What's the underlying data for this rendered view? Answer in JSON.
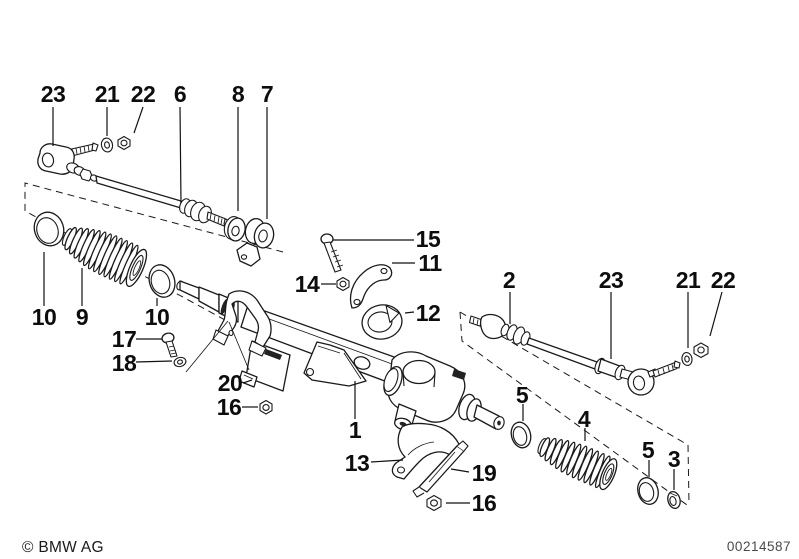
{
  "footer": {
    "copyright": "© BMW AG",
    "drawing_number": "00214587"
  },
  "labels": {
    "n23a": "23",
    "n21a": "21",
    "n22a": "22",
    "n6": "6",
    "n8": "8",
    "n7": "7",
    "n15": "15",
    "n11": "11",
    "n14": "14",
    "n12": "12",
    "n2": "2",
    "n23b": "23",
    "n21b": "21",
    "n22b": "22",
    "n10a": "10",
    "n9": "9",
    "n10b": "10",
    "n17": "17",
    "n18": "18",
    "n20": "20",
    "n16a": "16",
    "n1": "1",
    "n13": "13",
    "n19": "19",
    "n16b": "16",
    "n5a": "5",
    "n4": "4",
    "n5b": "5",
    "n3": "3"
  }
}
